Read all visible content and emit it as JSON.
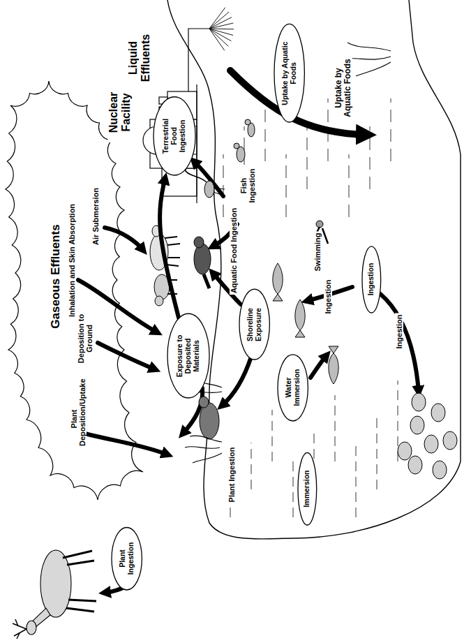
{
  "diagram": {
    "nodes": [
      {
        "text": [
          "Terrestrial Food Ingestion"
        ]
      },
      {
        "text": [
          "Uptake by Aquatic Foods"
        ]
      },
      {
        "text": [
          "Exposure to Deposited Materials"
        ]
      },
      {
        "text": [
          "Shoreline Exposure"
        ]
      },
      {
        "text": [
          "Water Immersion"
        ]
      },
      {
        "text": [
          "Ingestion"
        ]
      },
      {
        "text": [
          "Immersion"
        ]
      },
      {
        "text": [
          "Plant Ingestion"
        ]
      }
    ],
    "edges": [
      {
        "from": 2,
        "to": 0,
        "arrow": "to"
      }
    ],
    "labels": [
      "Gaseous Effluents",
      "Inhalation and Skin Absorption",
      "Air Submersion",
      "Deposition to Ground",
      "Plant Deposition/Uptake",
      "Nuclear Facility",
      "Liquid Effluents",
      "Uptake by Aquatic Foods",
      "Fish Ingestion",
      "Aquatic Food Ingestion",
      "Swimming",
      "Ingestion",
      "Ingestion",
      "Plant Ingestion"
    ]
  }
}
